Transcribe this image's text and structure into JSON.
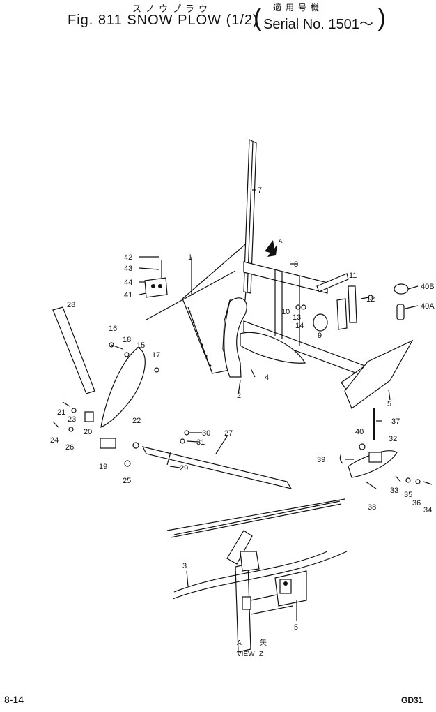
{
  "header": {
    "title_kana": "スノウプラウ",
    "title": "Fig. 811  SNOW  PLOW (1/2)",
    "applicable_label": "適用号機",
    "serial": "Serial No. 1501～",
    "paren_open": "(",
    "paren_close": ")"
  },
  "view_label": {
    "view": "VIEW",
    "letter": "Z",
    "marker": "A",
    "kanji": "矢"
  },
  "arrow_label": "A",
  "footer": {
    "page": "8-14",
    "model": "GD31"
  },
  "parts": [
    "1",
    "2",
    "3",
    "4",
    "5",
    "5",
    "7",
    "8",
    "9",
    "10",
    "11",
    "12",
    "13",
    "14",
    "15",
    "16",
    "17",
    "18",
    "19",
    "20",
    "21",
    "22",
    "23",
    "24",
    "25",
    "26",
    "27",
    "28",
    "29",
    "30",
    "31",
    "32",
    "33",
    "34",
    "35",
    "36",
    "37",
    "38",
    "39",
    "40",
    "40A",
    "40B",
    "41",
    "42",
    "43",
    "44"
  ]
}
